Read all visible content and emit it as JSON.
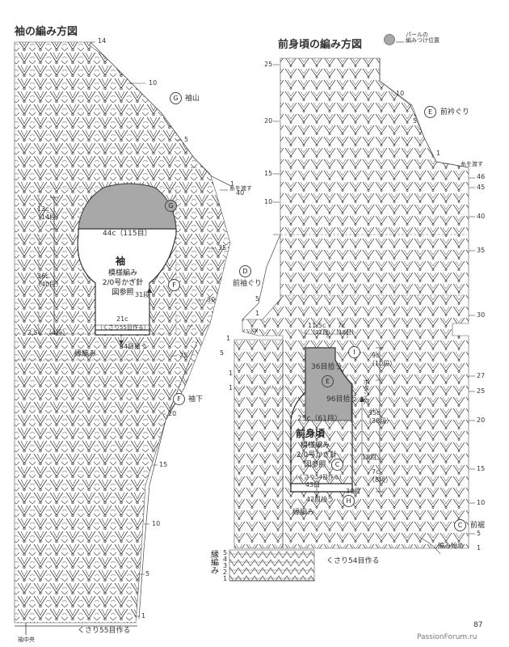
{
  "sleeve": {
    "title": "袖の編み方図",
    "top_num": "14",
    "side_nums": [
      "10",
      "5",
      "1",
      "40",
      "35",
      "30",
      "25",
      "20",
      "15",
      "10",
      "5",
      "1"
    ],
    "yarn_note": "糸を渡す",
    "label_g": "G",
    "label_g_text": "袖山",
    "label_f": "F",
    "label_f_text": "袖下",
    "edge_label": "縁編み",
    "bottom_label": "くさり55目作る",
    "center_label": "袖中央",
    "left_mark": "¦",
    "schematic": {
      "name": "袖",
      "pattern": "模様編み",
      "needle": "2/0号かぎ針",
      "ref": "図参照",
      "cap_width": "44c（115目）",
      "m13_a": "13c",
      "m13_b": "（14段）",
      "m36_a": "36c",
      "m36_b": "（40段）",
      "m31": "31段",
      "m25": "2.5c",
      "m4": "（4段）",
      "bottom_a": "21c",
      "bottom_b": "（くさり55目作る）",
      "pick": "54目拾う",
      "g": "G",
      "f": "F"
    }
  },
  "front": {
    "title": "前身頃の編み方図",
    "legend_text": "パールの\n編みつけ位置",
    "row_nums_left": [
      "25",
      "20",
      "15",
      "10",
      "5",
      "1"
    ],
    "row_nums_right": [
      "10",
      "5",
      "1",
      "46",
      "45",
      "40",
      "35",
      "30",
      "27",
      "25",
      "20",
      "15",
      "10",
      "5",
      "1"
    ],
    "yarn_note": "糸を渡す",
    "label_e": "E",
    "label_e_text": "前衿ぐり",
    "label_d": "D",
    "label_d_text": "前袖ぐり",
    "label_c": "C",
    "label_c_text": "前裾",
    "start_label": "編み始め",
    "edge_rows": [
      "5",
      "4",
      "3",
      "2",
      "1"
    ],
    "edge_vert": "縁編み",
    "bottom_label": "くさり54目作る",
    "lower_left_nums": [
      "1",
      "5",
      "1",
      "1"
    ],
    "xx_mark": "XX",
    "schematic": {
      "top_a1": "11.5c",
      "top_a2": "（31目）",
      "top_b1": "7c",
      "top_b2": "（18目）",
      "i": "I",
      "m9_a": "9c",
      "m9_b": "（10段）",
      "pick36": "36目拾う",
      "e": "E",
      "button": "ボタン穴",
      "pick96": "96目拾う",
      "m35_a": "35c",
      "m35_b": "（38段）",
      "w23": "23c（61目）",
      "name": "前身頃",
      "pattern": "模様編み",
      "needle": "2/0号かぎ針",
      "ref": "図参照",
      "c": "C",
      "m18": "18目",
      "m7_a": "7c",
      "m7_b": "（8段）",
      "chain54": "（くさり54目作る）",
      "m43": "43目",
      "m30": "30目",
      "pick42": "42目拾う",
      "edge": "縁編み",
      "h": "H"
    }
  },
  "footer": {
    "page_num": "87",
    "watermark": "PassionForum.ru"
  },
  "colors": {
    "shade": "#a8a8a8",
    "stitch": "#3a3a3a",
    "line": "#222222",
    "text": "#333333"
  }
}
